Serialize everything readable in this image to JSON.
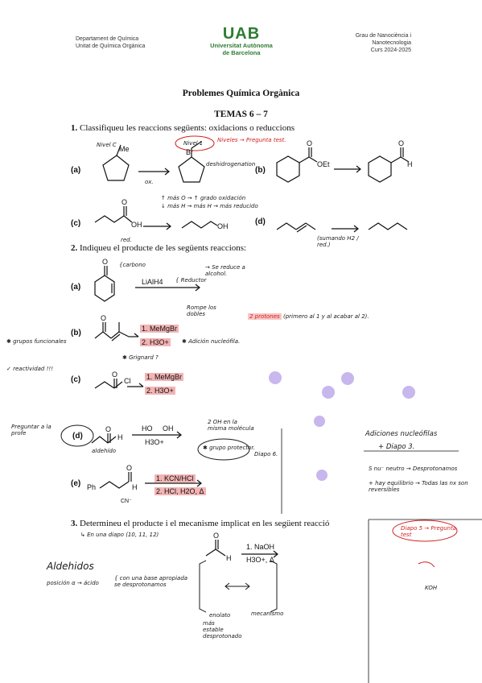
{
  "header": {
    "dept_line1": "Departament de Química",
    "dept_line2": "Unitat de Química Orgànica",
    "logo_text": "UAB",
    "uni_line1": "Universitat Autònoma",
    "uni_line2": "de Barcelona",
    "course_line1": "Grau de Nanociència i",
    "course_line2": "Nanotecnologia",
    "course_line3": "Curs 2024-2025"
  },
  "title": "Problemes Química Orgànica",
  "subtitle": "TEMAS 6 – 7",
  "q1": {
    "number": "1.",
    "text": "Classifiqueu les reaccions següents: oxidacions o reduccions",
    "parts": [
      "(a)",
      "(b)",
      "(c)",
      "(d)"
    ],
    "chem_labels": {
      "me": "Me",
      "br": "Br",
      "oet": "OEt",
      "h": "H",
      "oh_c": "OH",
      "oh_c2": "OH",
      "o_b": "O",
      "o_b2": "O",
      "o_c": "O"
    }
  },
  "q2": {
    "number": "2.",
    "text": "Indiqueu el producte de les següents reaccions:",
    "parts": [
      "(a)",
      "(b)",
      "(c)",
      "(d)",
      "(e)"
    ],
    "reagents": {
      "a": "LiAlH4",
      "b1": "1. MeMgBr",
      "b2": "2. H3O+",
      "c1": "1. MeMgBr",
      "c2": "2. H3O+",
      "d1": "HO",
      "d2": "OH",
      "d3": "H3O+",
      "e1": "1. KCN/HCl",
      "e2": "2. HCl, H2O, Δ"
    },
    "chem_labels": {
      "o_a": "O",
      "o_b": "O",
      "o_c": "O",
      "cl": "Cl",
      "o_d": "O",
      "h_d": "H",
      "o_e": "O",
      "h_e": "H",
      "ph": "Ph",
      "cn": "CN⁻"
    }
  },
  "q3": {
    "number": "3.",
    "text": "Determineu el producte i el mecanisme implicat en les següent reacció",
    "reagent1": "1. NaOH",
    "reagent2": "H3O+, Δ",
    "chem_labels": {
      "o": "O",
      "h": "H"
    }
  },
  "annotations": {
    "nivel_c": "Nivel C",
    "nivel_1": "Nivel 1",
    "niveles": "Niveles → Pregunta test.",
    "dehidrogenation": "deshidrogenation",
    "ox": "ox.",
    "note_mas": "↑ más O → ↑ grado oxidación",
    "note_menos": "↓ más H → más H → más reducido",
    "red_c": "red.",
    "note_d": "(sumando H2 / red.)",
    "carbono": "{carbono",
    "reduct": "→ Se reduce a alcohol.",
    "reductor": "{ Reductor",
    "bec": "Rompe los dobles",
    "protones": "2 protones",
    "protones_note": "(primero al 1 y al acabar al 2).",
    "adicion": "✱ Adición nucleófila.",
    "grignard": "✱ Grignard ?",
    "grupos": "✱ grupos funcionales",
    "reactividad": "✓ reactividad !!!",
    "dos_oh": "2 OH en la misma molécula",
    "grupo_prot": "✱ grupo protector.",
    "diapo6": "Diapo 6.",
    "adiciones": "Adiciones nucleófilas",
    "diapo3": "+ Diapo 3.",
    "s_nu": "S nu⁻ neutro → Desprotonamos",
    "equilibrio": "+ hay equilibrio → Todas las nx son reversibles",
    "preguntar": "Preguntar a la profe",
    "aldehido": "aldehído",
    "diapo5": "Diapo 5 → Pregunta test",
    "aldehidos": "Aldehidos",
    "posicion": "posición α → ácido",
    "base": "{ con una base apropiada se desprotonamos",
    "diapo_1012": "↳ En una diapo (10, 11, 12)",
    "enolato": "enolato",
    "estable": "más estable desprotonado",
    "mecanismo": "mecanismo",
    "koh": "KOH"
  }
}
